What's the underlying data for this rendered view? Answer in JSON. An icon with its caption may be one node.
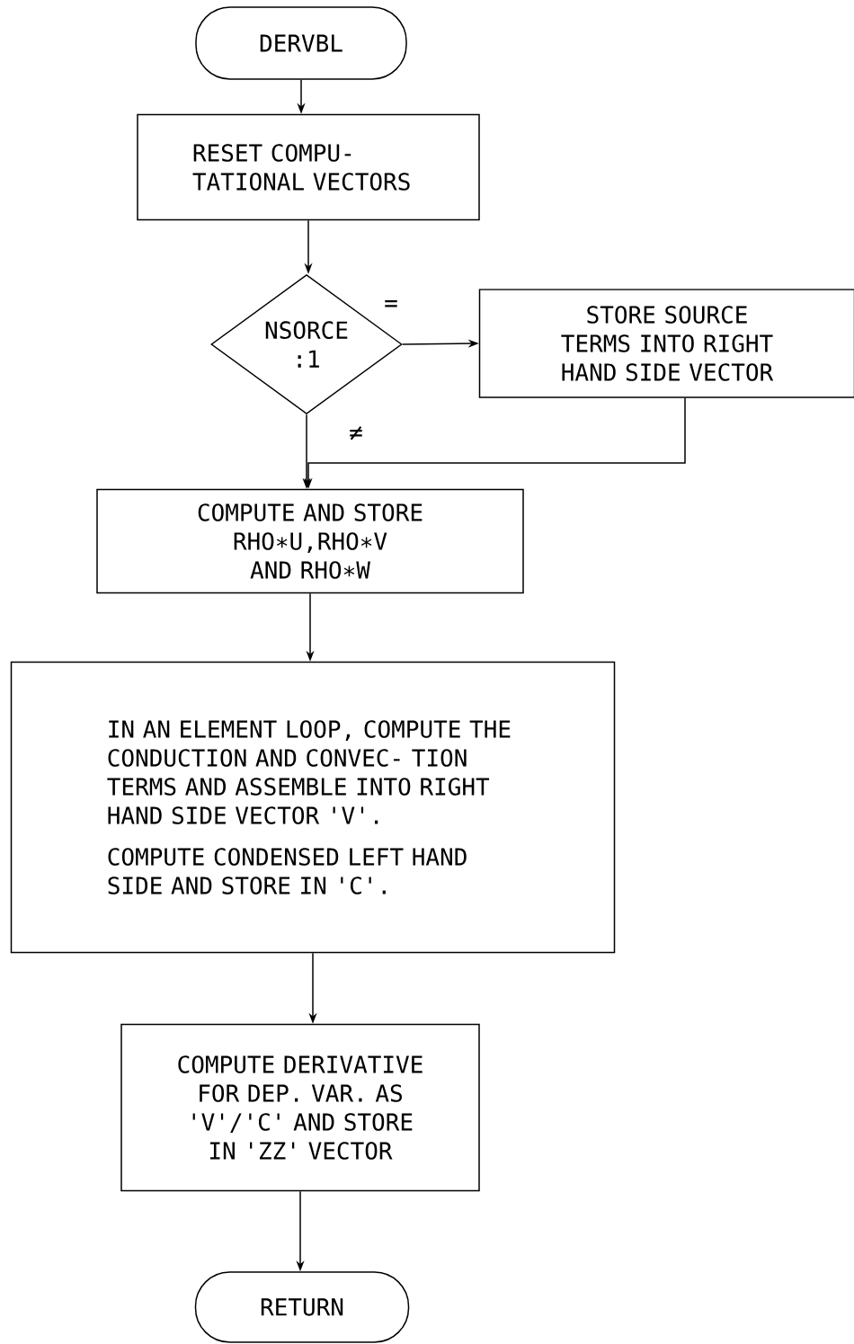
{
  "diagram": {
    "nodes": [
      {
        "text": [
          "DERVBL"
        ]
      },
      {
        "text": [
          "RESET COMPU- TATIONAL VECTORS"
        ]
      },
      {
        "text": [
          "NSORCE :1"
        ]
      },
      {
        "text": [
          "STORE SOURCE TERMS INTO RIGHT HAND SIDE VECTOR"
        ]
      },
      {
        "text": [
          "COMPUTE AND STORE RHO∗U,RHO∗V AND RHO∗W"
        ]
      },
      {
        "text": [
          "IN AN ELEMENT LOOP, COMPUTE THE CONDUCTION AND CONVEC- TION TERMS AND ASSEMBLE INTO RIGHT HAND SIDE VECTOR 'V'.",
          "COMPUTE CONDENSED LEFT HAND SIDE AND STORE IN 'C'."
        ]
      },
      {
        "text": [
          "COMPUTE DERIVATIVE FOR DEP. VAR. AS 'V'/'C' AND STORE IN 'ZZ' VECTOR"
        ]
      },
      {
        "text": [
          "RETURN"
        ]
      }
    ],
    "edges": [
      {
        "from": 0,
        "to": 1,
        "arrow": "to"
      },
      {
        "from": 1,
        "to": 2,
        "arrow": "to"
      },
      {
        "from": 2,
        "to": 3,
        "arrow": "to",
        "label": "="
      },
      {
        "from": 2,
        "to": 4,
        "arrow": "to",
        "label": "≠"
      },
      {
        "from": 3,
        "to": 4,
        "arrow": "to"
      },
      {
        "from": 4,
        "to": 5,
        "arrow": "to"
      },
      {
        "from": 5,
        "to": 6,
        "arrow": "to"
      },
      {
        "from": 6,
        "to": 7,
        "arrow": "to"
      }
    ]
  }
}
